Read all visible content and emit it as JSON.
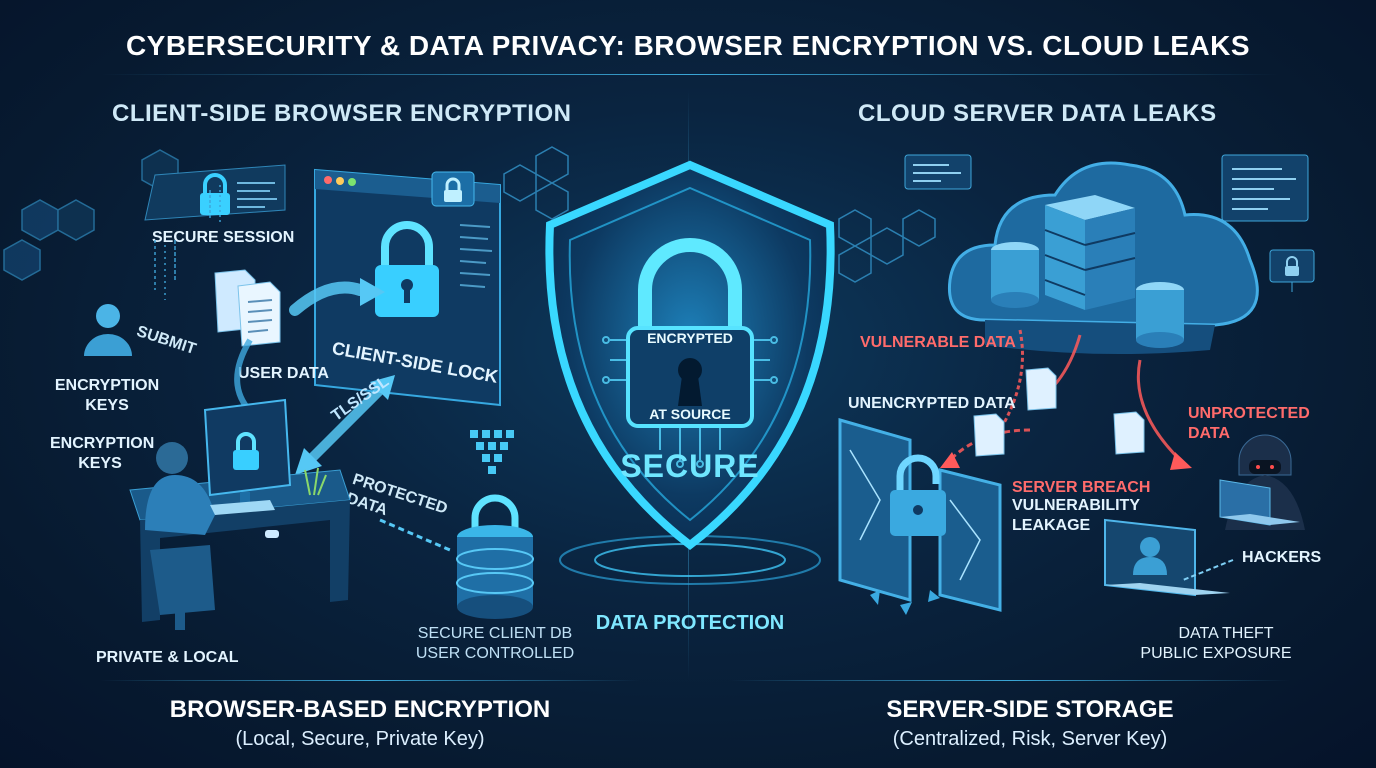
{
  "title": "CYBERSECURITY & DATA PRIVACY: BROWSER ENCRYPTION VS. CLOUD LEAKS",
  "left": {
    "heading": "CLIENT-SIDE BROWSER ENCRYPTION",
    "secure_session": "SECURE SESSION",
    "submit": "SUBMIT",
    "encryption_keys_1": "ENCRYPTION KEYS",
    "encryption_keys_2": "ENCRYPTION KEYS",
    "user_data": "USER DATA",
    "client_side_lock": "CLIENT-SIDE LOCK",
    "tls_ssl": "TLS/SSL",
    "protected_data": "PROTECTED DATA",
    "secure_client_db": "SECURE CLIENT DB",
    "user_controlled": "USER CONTROLLED",
    "private_local": "PRIVATE & LOCAL",
    "bottom_heading": "BROWSER-BASED ENCRYPTION",
    "bottom_sub": "(Local, Secure, Private Key)"
  },
  "center": {
    "encrypted": "ENCRYPTED",
    "at_source": "AT SOURCE",
    "secure": "SECURE",
    "data_protection": "DATA PROTECTION"
  },
  "right": {
    "heading": "CLOUD SERVER DATA LEAKS",
    "vulnerable_data": "VULNERABLE DATA",
    "unencrypted_data": "UNENCRYPTED DATA",
    "unprotected_data": "UNPROTECTED DATA",
    "server_breach": "SERVER BREACH",
    "vulnerability_leakage": "VULNERABILITY LEAKAGE",
    "hackers": "HACKERS",
    "data_theft": "DATA THEFT",
    "public_exposure": "PUBLIC EXPOSURE",
    "bottom_heading": "SERVER-SIDE STORAGE",
    "bottom_sub": "(Centralized, Risk, Server Key)"
  },
  "colors": {
    "accent_cyan": "#33d6ff",
    "alert_red": "#ff5a5a",
    "background": "#0a2440"
  },
  "icons": [
    "lock-icon",
    "shield-icon",
    "cloud-icon",
    "server-icon",
    "database-icon",
    "document-icon",
    "user-icon",
    "hacker-icon",
    "laptop-icon",
    "browser-window-icon",
    "hexagon-icon"
  ]
}
